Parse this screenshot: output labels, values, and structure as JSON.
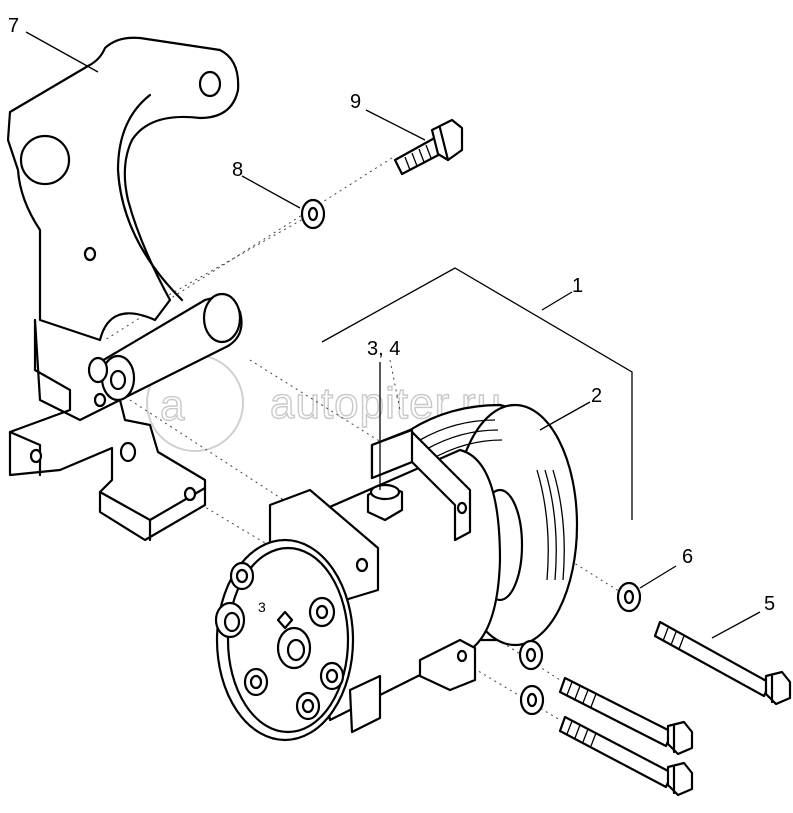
{
  "callouts": {
    "c1": "1",
    "c2": "2",
    "c34": "3, 4",
    "c5": "5",
    "c6": "6",
    "c7": "7",
    "c8": "8",
    "c9": "9"
  },
  "watermark": {
    "text": "autopiter.ru"
  },
  "parts": {
    "bracket": "mounting-bracket",
    "compressor": "ac-compressor",
    "pulley": "compressor-pulley"
  }
}
